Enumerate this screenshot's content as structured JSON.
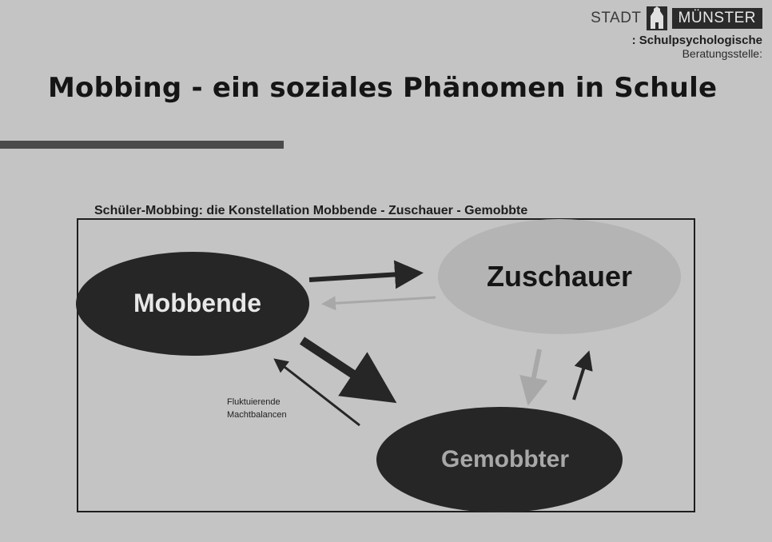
{
  "logo": {
    "stadt": "STADT",
    "city": "MÜNSTER",
    "line1": ": Schulpsychologische",
    "line2": "Beratungsstelle:"
  },
  "title": "Mobbing - ein soziales Phänomen in Schule",
  "diagram": {
    "caption": "Schüler-Mobbing: die Konstellation Mobbende - Zuschauer - Gemobbte",
    "nodes": {
      "mobbende": "Mobbende",
      "zuschauer": "Zuschauer",
      "gemobbter": "Gemobbter"
    },
    "note": {
      "line1": "Fluktuierende",
      "line2": "Machtbalancen"
    }
  },
  "colors": {
    "background": "#c4c4c4",
    "dark_node": "#262626",
    "light_node": "#b4b4b4",
    "arrow_dark": "#262626",
    "arrow_light": "#a8a8a8"
  }
}
